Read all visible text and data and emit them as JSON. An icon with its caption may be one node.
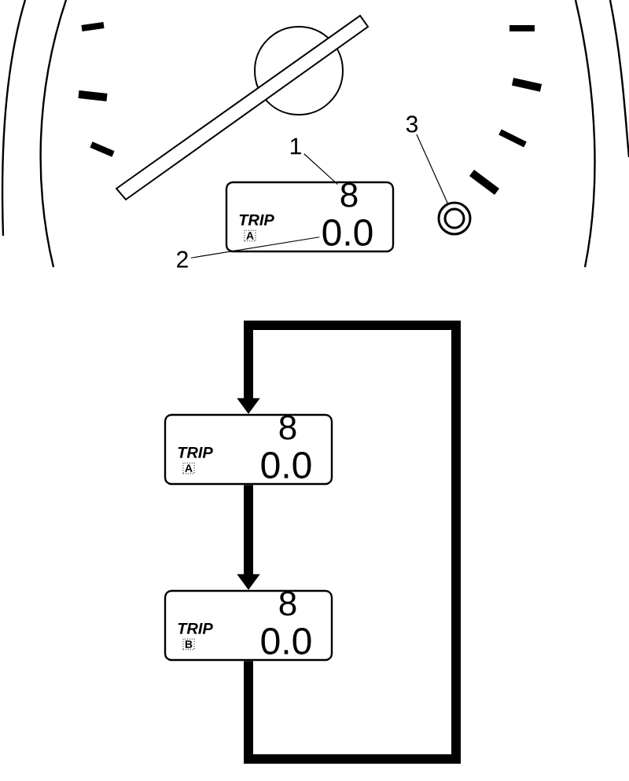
{
  "diagram": {
    "nodes": [
      {
        "text": [
          "1"
        ]
      },
      {
        "text": [
          "2"
        ]
      },
      {
        "text": [
          "3"
        ]
      },
      {
        "text": [
          "TRIP",
          "A"
        ]
      },
      {
        "text": [
          "8"
        ],
        "in": 3
      },
      {
        "text": [
          "0.0"
        ],
        "in": 3
      },
      {
        "text": [],
        "shape": "circle"
      },
      {
        "text": [
          "TRIP",
          "A"
        ]
      },
      {
        "text": [
          "8"
        ],
        "in": 7
      },
      {
        "text": [
          "0.0"
        ],
        "in": 7
      },
      {
        "text": [
          "TRIP",
          "B"
        ]
      },
      {
        "text": [
          "8"
        ],
        "in": 10
      },
      {
        "text": [
          "0.0"
        ],
        "in": 10
      }
    ],
    "edges": [
      {
        "from": 0,
        "to": 4,
        "arrow": "none"
      },
      {
        "from": 1,
        "to": 5,
        "arrow": "none"
      },
      {
        "from": 2,
        "to": 6,
        "arrow": "none"
      },
      {
        "from": 7,
        "to": 10,
        "arrow": "to",
        "style": "thick"
      },
      {
        "from": 10,
        "to": 7,
        "arrow": "to",
        "style": "thick"
      }
    ]
  }
}
